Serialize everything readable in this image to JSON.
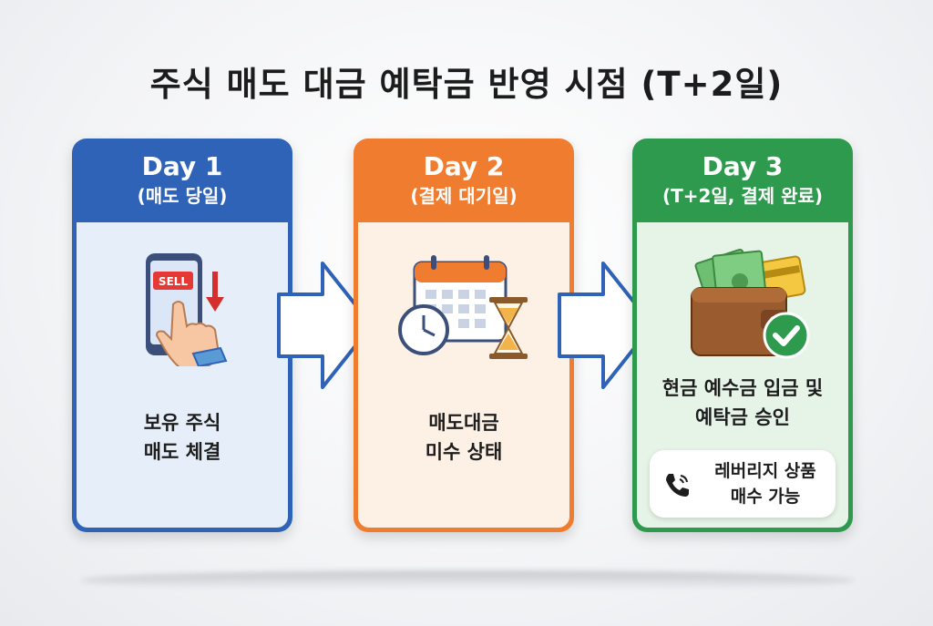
{
  "title": "주식 매도 대금 예탁금 반영 시점 (T+2일)",
  "steps": [
    {
      "day": "Day 1",
      "subtitle": "(매도 당일)",
      "icon": "phone-sell-icon",
      "sell_label": "SELL",
      "description": "보유 주식\n매도 체결",
      "color": "#2f63b8"
    },
    {
      "day": "Day 2",
      "subtitle": "(결제 대기일)",
      "icon": "calendar-clock-hourglass-icon",
      "description": "매도대금\n미수 상태",
      "color": "#f07c2f"
    },
    {
      "day": "Day 3",
      "subtitle": "(T+2일, 결제 완료)",
      "icon": "wallet-check-icon",
      "description": "현금 예수금 입금 및\n예탁금 승인",
      "note": "레버리지 상품\n매수 가능",
      "note_icon": "phone-call-icon",
      "color": "#2e9a4e"
    }
  ]
}
